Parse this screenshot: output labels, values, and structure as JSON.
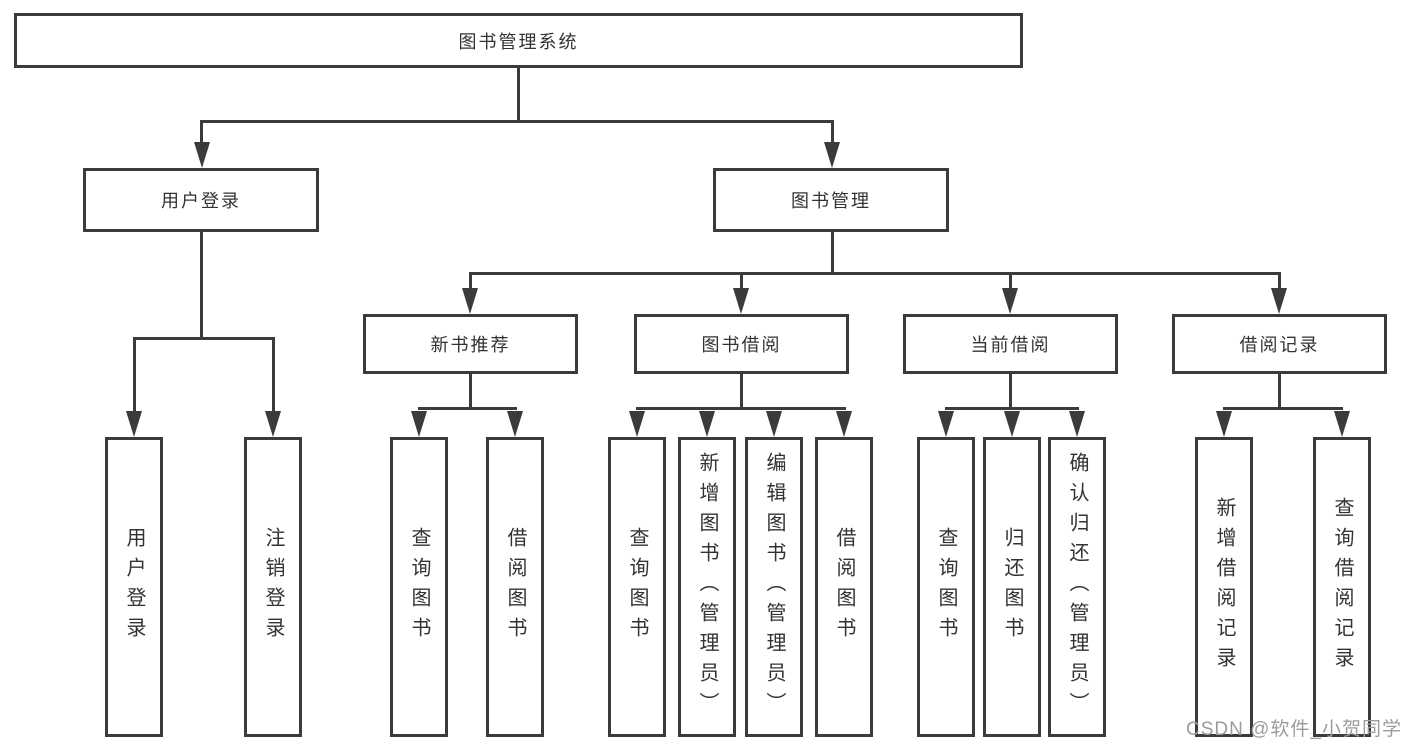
{
  "diagram": {
    "root": {
      "label": "图书管理系统"
    },
    "level1": [
      {
        "id": "user-login",
        "label": "用户登录"
      },
      {
        "id": "book-management",
        "label": "图书管理"
      }
    ],
    "level2": [
      {
        "id": "new-book-recommend",
        "parent": "book-management",
        "label": "新书推荐"
      },
      {
        "id": "book-borrowing",
        "parent": "book-management",
        "label": "图书借阅"
      },
      {
        "id": "current-borrowing",
        "parent": "book-management",
        "label": "当前借阅"
      },
      {
        "id": "borrowing-records",
        "parent": "book-management",
        "label": "借阅记录"
      }
    ],
    "leaves": [
      {
        "group": "user-login",
        "label": "用户登录"
      },
      {
        "group": "user-login",
        "label": "注销登录"
      },
      {
        "group": "new-book-recommend",
        "label": "查询图书"
      },
      {
        "group": "new-book-recommend",
        "label": "借阅图书"
      },
      {
        "group": "book-borrowing",
        "label": "查询图书"
      },
      {
        "group": "book-borrowing",
        "label": "新增图书（管理员）"
      },
      {
        "group": "book-borrowing",
        "label": "编辑图书（管理员）"
      },
      {
        "group": "book-borrowing",
        "label": "借阅图书"
      },
      {
        "group": "current-borrowing",
        "label": "查询图书"
      },
      {
        "group": "current-borrowing",
        "label": "归还图书"
      },
      {
        "group": "current-borrowing",
        "label": "确认归还（管理员）"
      },
      {
        "group": "borrowing-records",
        "label": "新增借阅记录"
      },
      {
        "group": "borrowing-records",
        "label": "查询借阅记录"
      }
    ]
  },
  "watermark": {
    "text": "CSDN @软件_小贺同学",
    "color": "#9c9c9c"
  },
  "colors": {
    "line": "#3b3b3b",
    "text": "#333333",
    "background": "#ffffff"
  }
}
